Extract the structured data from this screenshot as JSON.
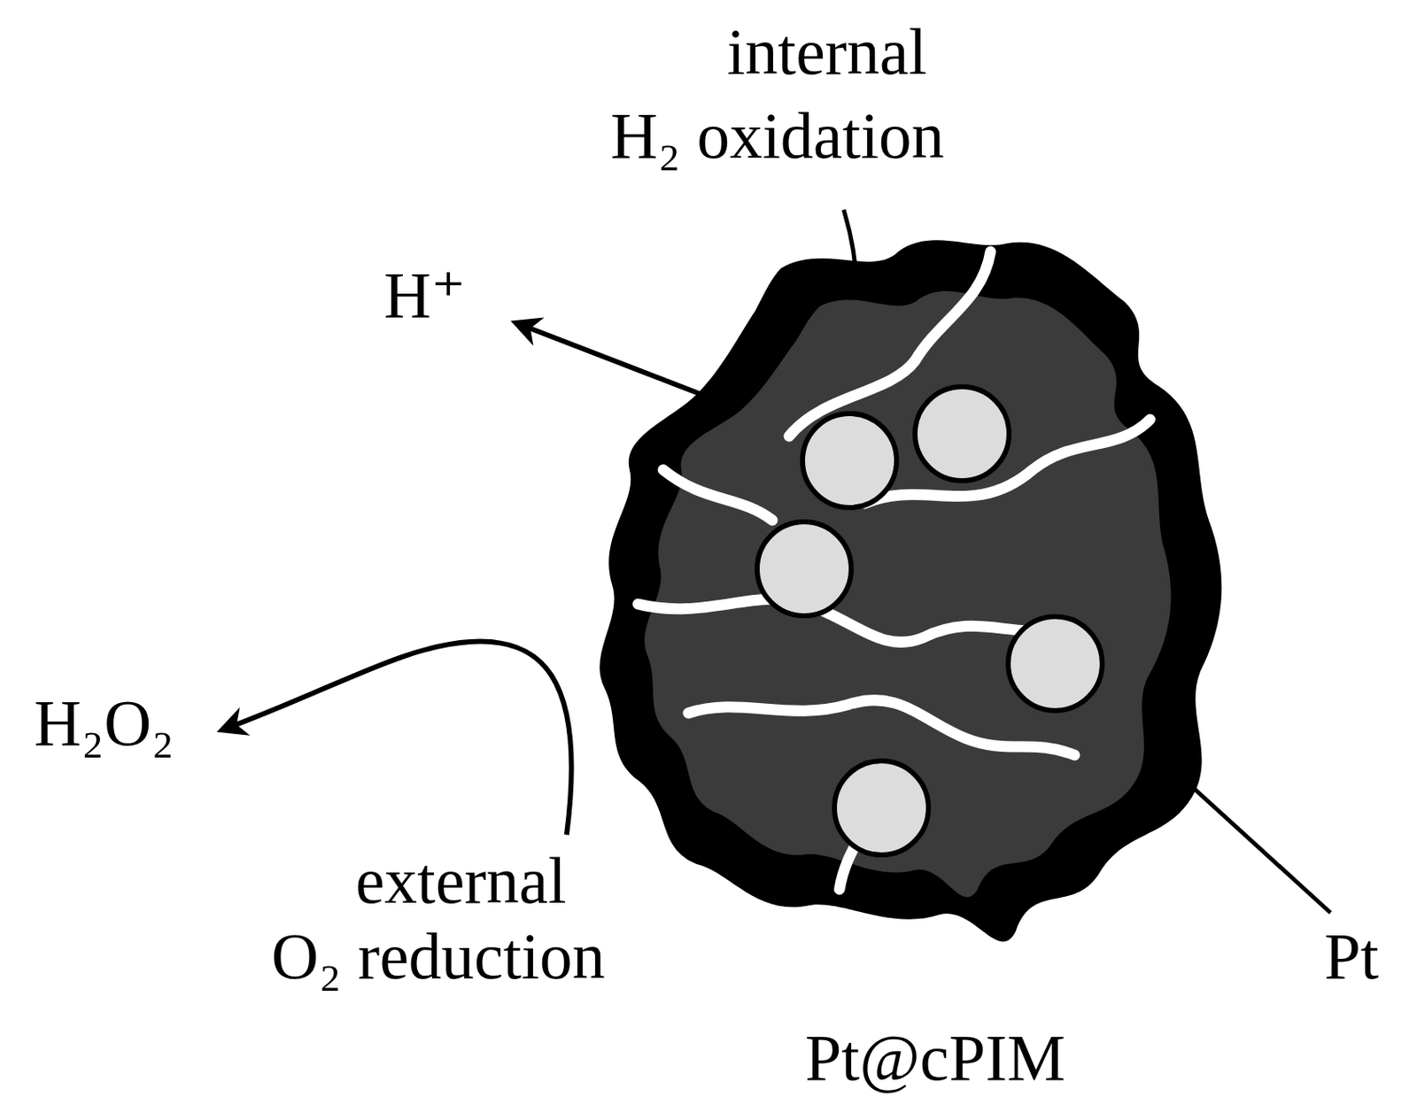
{
  "diagram": {
    "nodes": [
      {
        "text": [
          "Pt@cPIM"
        ]
      }
    ],
    "labels": [
      "internal",
      "H₂ oxidation",
      "H⁺",
      "H₂O₂",
      "external",
      "O₂ reduction",
      "Pt"
    ]
  }
}
